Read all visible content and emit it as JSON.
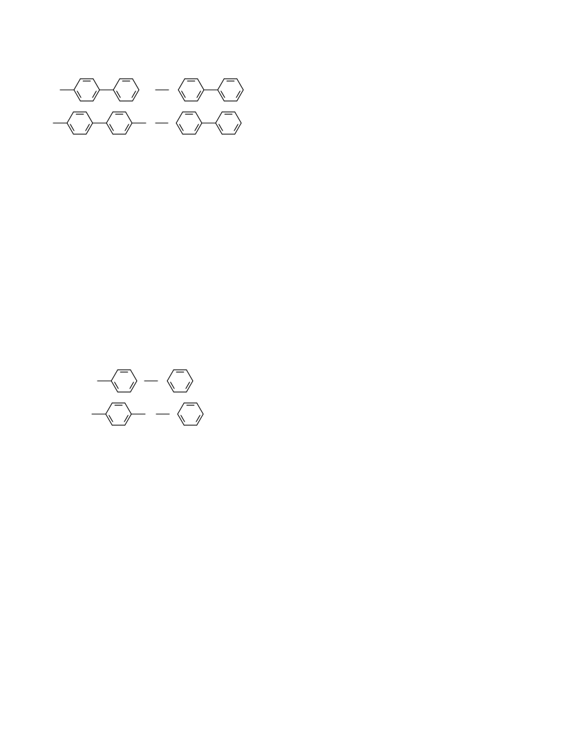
{
  "page": {
    "background": "#ffffff",
    "line_color": "#000000"
  },
  "equations": [
    {
      "id": "eq-1",
      "left": {
        "molecule": "biphenyl",
        "methyl_substituents": 1
      },
      "right": {
        "molecule": "biphenyl",
        "methyl_substituents": 0
      }
    },
    {
      "id": "eq-2",
      "left": {
        "molecule": "biphenyl",
        "methyl_substituents": 2
      },
      "right": {
        "molecule": "biphenyl",
        "methyl_substituents": 0
      }
    },
    {
      "id": "eq-3",
      "left": {
        "molecule": "benzene",
        "methyl_substituents": 1
      },
      "right": {
        "molecule": "benzene",
        "methyl_substituents": 0
      }
    },
    {
      "id": "eq-4",
      "left": {
        "molecule": "benzene",
        "methyl_substituents": 2
      },
      "right": {
        "molecule": "benzene",
        "methyl_substituents": 0
      }
    }
  ]
}
